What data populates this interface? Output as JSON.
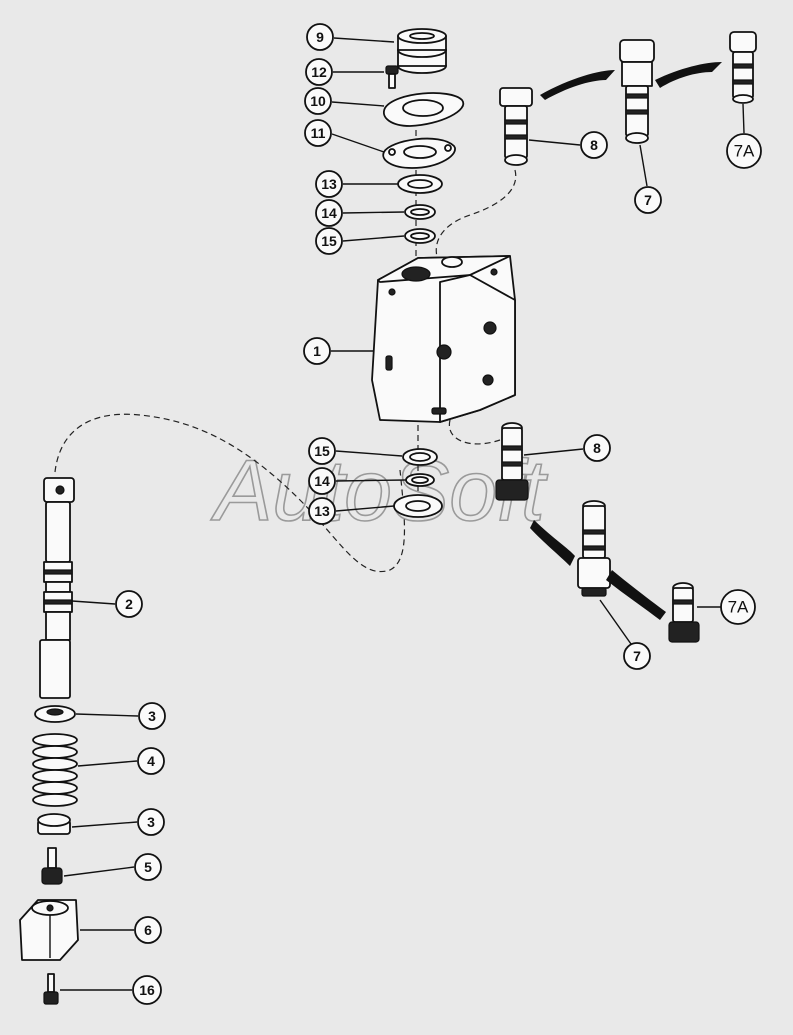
{
  "watermark": "AutoSoft",
  "callouts": [
    {
      "label": "9"
    },
    {
      "label": "12"
    },
    {
      "label": "10"
    },
    {
      "label": "11"
    },
    {
      "label": "13"
    },
    {
      "label": "14"
    },
    {
      "label": "15"
    },
    {
      "label": "1"
    },
    {
      "label": "8"
    },
    {
      "label": "7"
    },
    {
      "label": "7A"
    },
    {
      "label": "15"
    },
    {
      "label": "14"
    },
    {
      "label": "13"
    },
    {
      "label": "8"
    },
    {
      "label": "7"
    },
    {
      "label": "7A"
    },
    {
      "label": "2"
    },
    {
      "label": "3"
    },
    {
      "label": "4"
    },
    {
      "label": "3"
    },
    {
      "label": "5"
    },
    {
      "label": "6"
    },
    {
      "label": "16"
    }
  ]
}
